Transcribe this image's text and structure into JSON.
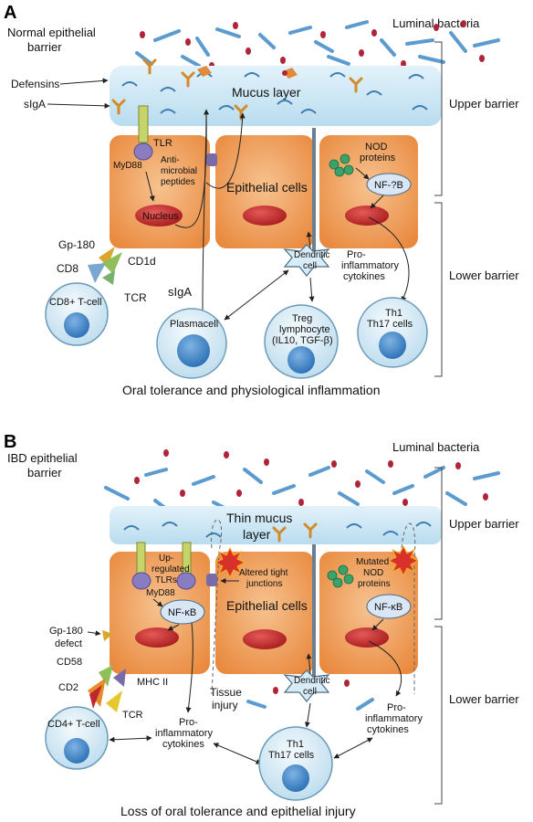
{
  "panel_a": {
    "letter": "A",
    "barrier_label": [
      "Normal epithelial",
      "barrier"
    ],
    "luminal_bacteria": "Luminal bacteria",
    "defensins": "Defensins",
    "siga_top": "sIgA",
    "mucus_layer": "Mucus layer",
    "upper_barrier": "Upper barrier",
    "lower_barrier": "Lower barrier",
    "tlr": "TLR",
    "myd88": "MyD88",
    "antimicrobial": [
      "Anti-",
      "microbial",
      "peptides"
    ],
    "nucleus": "Nucleus",
    "epithelial_cells": "Epithelial cells",
    "nod_proteins": [
      "NOD",
      "proteins"
    ],
    "nfkb": "NF-?B",
    "gp180": "Gp-180",
    "cd1d": "CD1d",
    "cd8": "CD8",
    "tcr": "TCR",
    "cd8_tcell": "CD8+ T-cell",
    "siga_bottom": "sIgA",
    "dendritic": [
      "Dendritic",
      "cell"
    ],
    "proinflammatory": [
      "Pro-",
      "inflammatory",
      "cytokines"
    ],
    "plasmacell": "Plasmacell",
    "treg": [
      "Treg",
      "lymphocyte",
      "(IL10, TGF-β)"
    ],
    "th": [
      "Th1",
      "Th17 cells"
    ],
    "caption": "Oral tolerance and physiological inflammation"
  },
  "panel_b": {
    "letter": "B",
    "barrier_label": [
      "IBD epithelial",
      "barrier"
    ],
    "luminal_bacteria": "Luminal bacteria",
    "mucus_layer": [
      "Thin mucus",
      "layer"
    ],
    "upper_barrier": "Upper barrier",
    "lower_barrier": "Lower barrier",
    "upregulated": [
      "Up-",
      "regulated",
      "TLRs"
    ],
    "myd88": "MyD88",
    "nfkb_left": "NF-κB",
    "altered": [
      "Altered tight",
      "junctions"
    ],
    "epithelial_cells": "Epithelial cells",
    "mutated_nod": [
      "Mutated",
      "NOD",
      "proteins"
    ],
    "nfkb_right": "NF-κB",
    "gp180": [
      "Gp-180",
      "defect"
    ],
    "cd58": "CD58",
    "cd2": "CD2",
    "mhc": "MHC  II",
    "tcr": "TCR",
    "cd4_tcell": "CD4+ T-cell",
    "pro_left": [
      "Pro-",
      "inflammatory",
      "cytokines"
    ],
    "tissue_injury": [
      "Tissue",
      "injury"
    ],
    "dendritic": [
      "Dendritic",
      "cell"
    ],
    "pro_right": [
      "Pro-",
      "inflammatory",
      "cytokines"
    ],
    "th": [
      "Th1",
      "Th17 cells"
    ],
    "caption": "Loss of oral tolerance and epithelial injury"
  },
  "colors": {
    "mucus": "#cfe7f4",
    "epithelial_cell": "#f0a25c",
    "nucleus": "#c8282a",
    "immune_cell": "#d6ecf6",
    "immune_nucleus": "#3e82c4",
    "rod_bacteria": "#5b9bd0",
    "cocci": "#b0243a"
  }
}
